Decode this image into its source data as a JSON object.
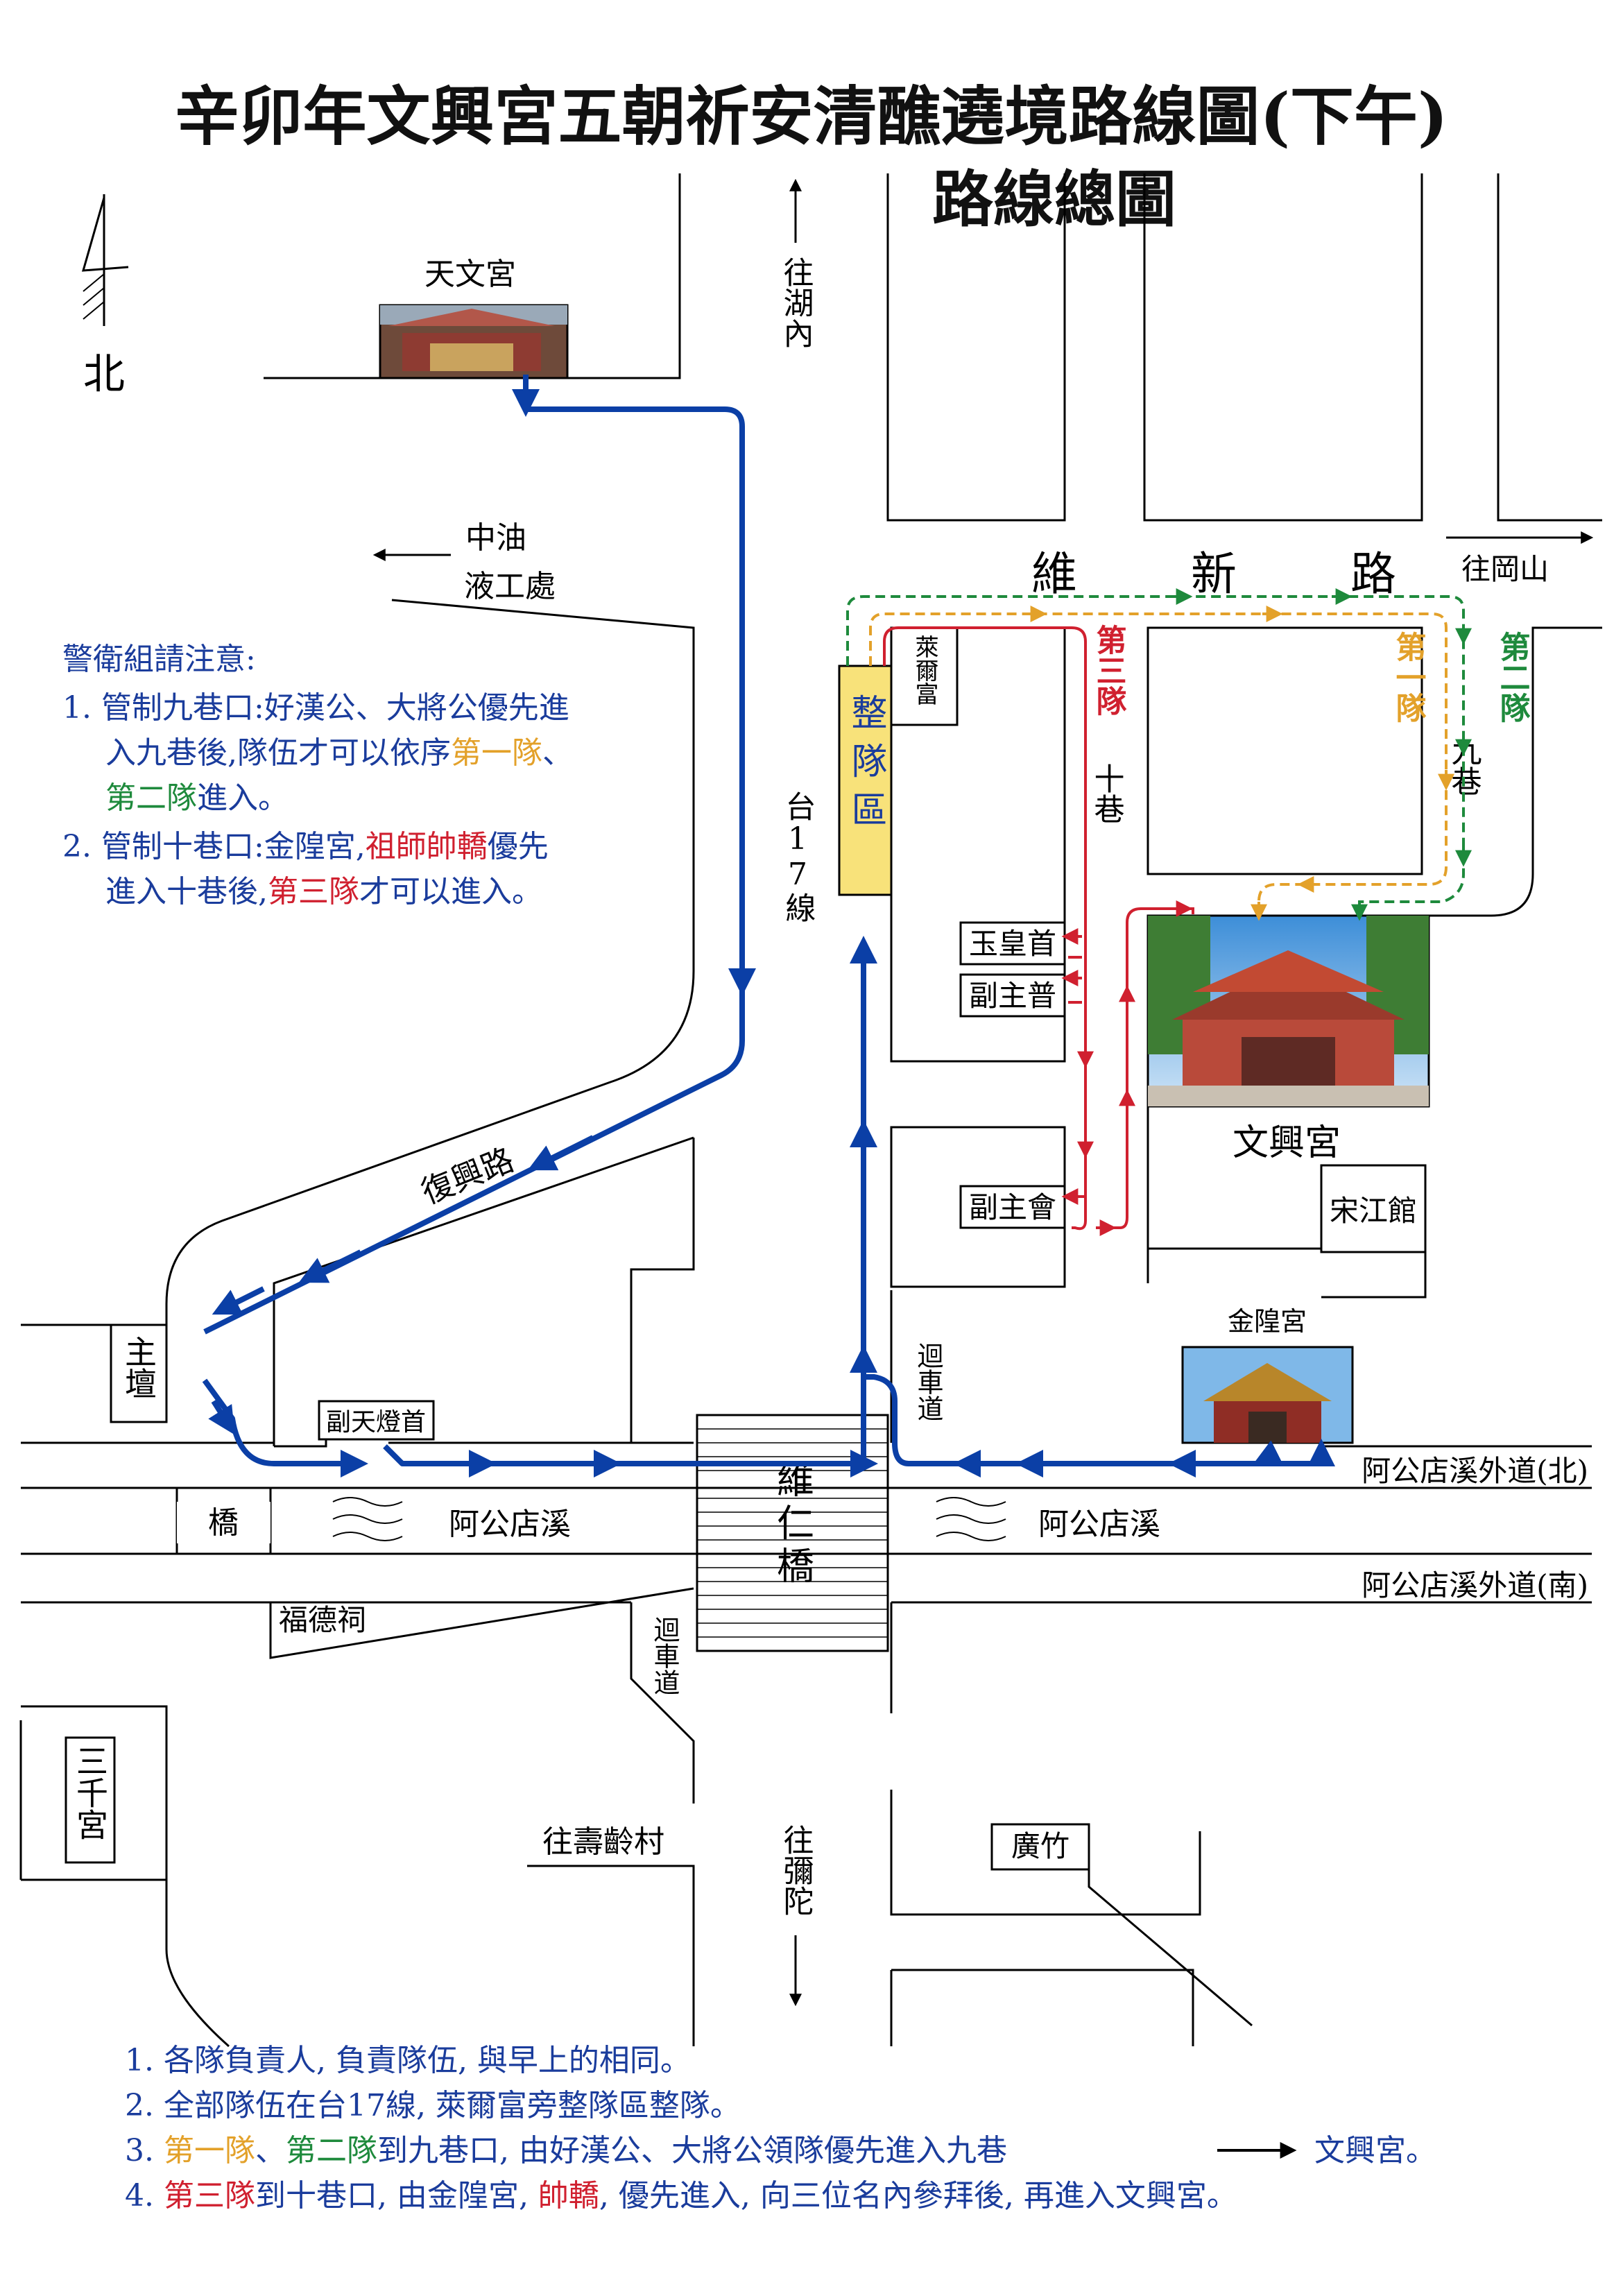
{
  "title": {
    "line1": "辛卯年文興宮五朝祈安清醮遶境路線圖(下午)",
    "line2": "路線總圖"
  },
  "compass": {
    "label": "北"
  },
  "colors": {
    "blue": "#0b3fa6",
    "red": "#d0202f",
    "yellow": "#e3a12a",
    "green": "#1e8a3c",
    "staging": "#f8e27a"
  },
  "places": {
    "tianwen": "天文宮",
    "to_hunei": "往湖內",
    "zhongyou": "中油",
    "yegong": "液工處",
    "laiergfu": "萊爾富",
    "staging": "整隊區",
    "tai17": "台17線",
    "weixin_road": [
      "維",
      "新",
      "路"
    ],
    "to_gangshan": "往岡山",
    "lane9": "九巷",
    "lane10": "十巷",
    "yuhuang": "玉皇首",
    "fuzhupu": "副主普",
    "fuzhuhui": "副主會",
    "wenxing": "文興宮",
    "songjiang": "宋江館",
    "jinhuang": "金隍宮",
    "fuxing_road": "復興路",
    "zhutan": "主壇",
    "fu_tiandeng": "副天燈首",
    "bridge": "橋",
    "creek": "阿公店溪",
    "creek2": "阿公店溪",
    "weiren_bridge": "維仁橋",
    "u_turn": "迴車道",
    "u_turn2": "迴車道",
    "creek_north": "阿公店溪外道(北)",
    "creek_south": "阿公店溪外道(南)",
    "fude": "福德祠",
    "sanqian": "三千宮",
    "to_shouling": "往壽齡村",
    "to_mituo": "往彌陀",
    "guangzhu": "廣竹"
  },
  "teams": {
    "team1": "第一隊",
    "team2": "第二隊",
    "team3": "第三隊"
  },
  "notice": {
    "heading": "警衛組請注意:",
    "item1": [
      {
        "text": "1. 管制九巷口:好漢公、大將公優先進",
        "c": "blue"
      },
      {
        "text": "入九巷後,隊伍才可以依序",
        "c": "blue"
      },
      {
        "text": "第一隊",
        "c": "yellow"
      },
      {
        "text": "、",
        "c": "blue"
      },
      {
        "text": "第二隊",
        "c": "green"
      },
      {
        "text": "進入。",
        "c": "blue"
      }
    ],
    "item2": [
      {
        "text": "2. 管制十巷口:金隍宮,",
        "c": "blue"
      },
      {
        "text": "祖師帥轎",
        "c": "red"
      },
      {
        "text": "優先",
        "c": "blue"
      },
      {
        "text": "進入十巷後,",
        "c": "blue"
      },
      {
        "text": "第三隊",
        "c": "red"
      },
      {
        "text": "才可以進入。",
        "c": "blue"
      }
    ]
  },
  "footnotes": [
    [
      {
        "text": "1. 各隊負責人, 負責隊伍, 與早上的相同。",
        "c": "blue"
      }
    ],
    [
      {
        "text": "2. 全部隊伍在台17線, 萊爾富旁整隊區整隊。",
        "c": "blue"
      }
    ],
    [
      {
        "text": "3. ",
        "c": "blue"
      },
      {
        "text": "第一隊",
        "c": "yellow"
      },
      {
        "text": "、",
        "c": "blue"
      },
      {
        "text": "第二隊",
        "c": "green"
      },
      {
        "text": "到九巷口, 由好漢公、大將公領隊優先進入九巷",
        "c": "blue"
      },
      {
        "text": "文興宮。",
        "c": "blue"
      }
    ],
    [
      {
        "text": "4. ",
        "c": "blue"
      },
      {
        "text": "第三隊",
        "c": "red"
      },
      {
        "text": "到十巷口, 由金隍宮, ",
        "c": "blue"
      },
      {
        "text": "帥轎",
        "c": "red"
      },
      {
        "text": ", 優先進入, 向三位名內參拜後, 再進入文興宮。",
        "c": "blue"
      }
    ]
  ]
}
